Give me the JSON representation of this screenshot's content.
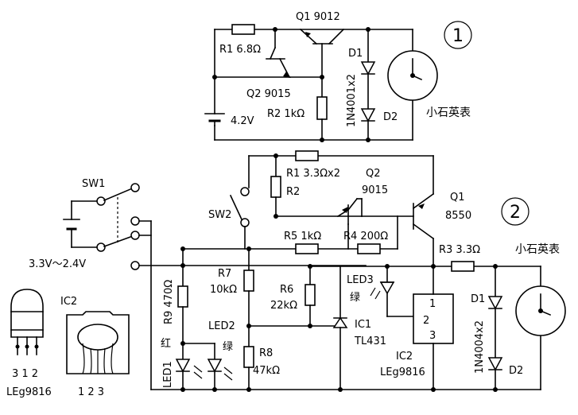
{
  "circuit1": {
    "number": "1",
    "q1": "Q1  9012",
    "r1": "R1  6.8Ω",
    "q2": "Q2  9015",
    "battery": "4.2V",
    "r2": "R2  1kΩ",
    "d1": "D1",
    "diode_part": "1N4001x2",
    "d2": "D2",
    "meter": "小石英表"
  },
  "circuit2": {
    "number": "2",
    "sw1": "SW1",
    "sw2": "SW2",
    "voltage": "3.3V～2.4V",
    "r1": "R1  3.3Ωx2",
    "r2": "R2",
    "q2": "Q2",
    "q2_part": "9015",
    "q1": "Q1",
    "q1_part": "8550",
    "r5": "R5  1kΩ",
    "r4": "R4  200Ω",
    "r3": "R3  3.3Ω",
    "meter": "小石英表",
    "r9": "R9  470Ω",
    "r7": "R7",
    "r7_value": "10kΩ",
    "r6": "R6",
    "r6_value": "22kΩ",
    "led3": "LED3",
    "led3_color": "绿",
    "led2": "LED2",
    "led2_color": "绿",
    "led1": "LED1",
    "led1_color": "红",
    "ic1": "IC1",
    "ic1_part": "TL431",
    "ic2_pin1": "1",
    "ic2_pin2": "2",
    "ic2_pin3": "3",
    "ic2": "IC2",
    "ic2_part": "LEg9816",
    "r8": "R8",
    "r8_value": "47kΩ",
    "d1": "D1",
    "diode_part": "1N4004x2",
    "d2": "D2"
  },
  "packages": {
    "left_pins": "3 1 2",
    "left_part": "LEg9816",
    "ic2_title": "IC2",
    "right_pins": "1   2   3"
  }
}
